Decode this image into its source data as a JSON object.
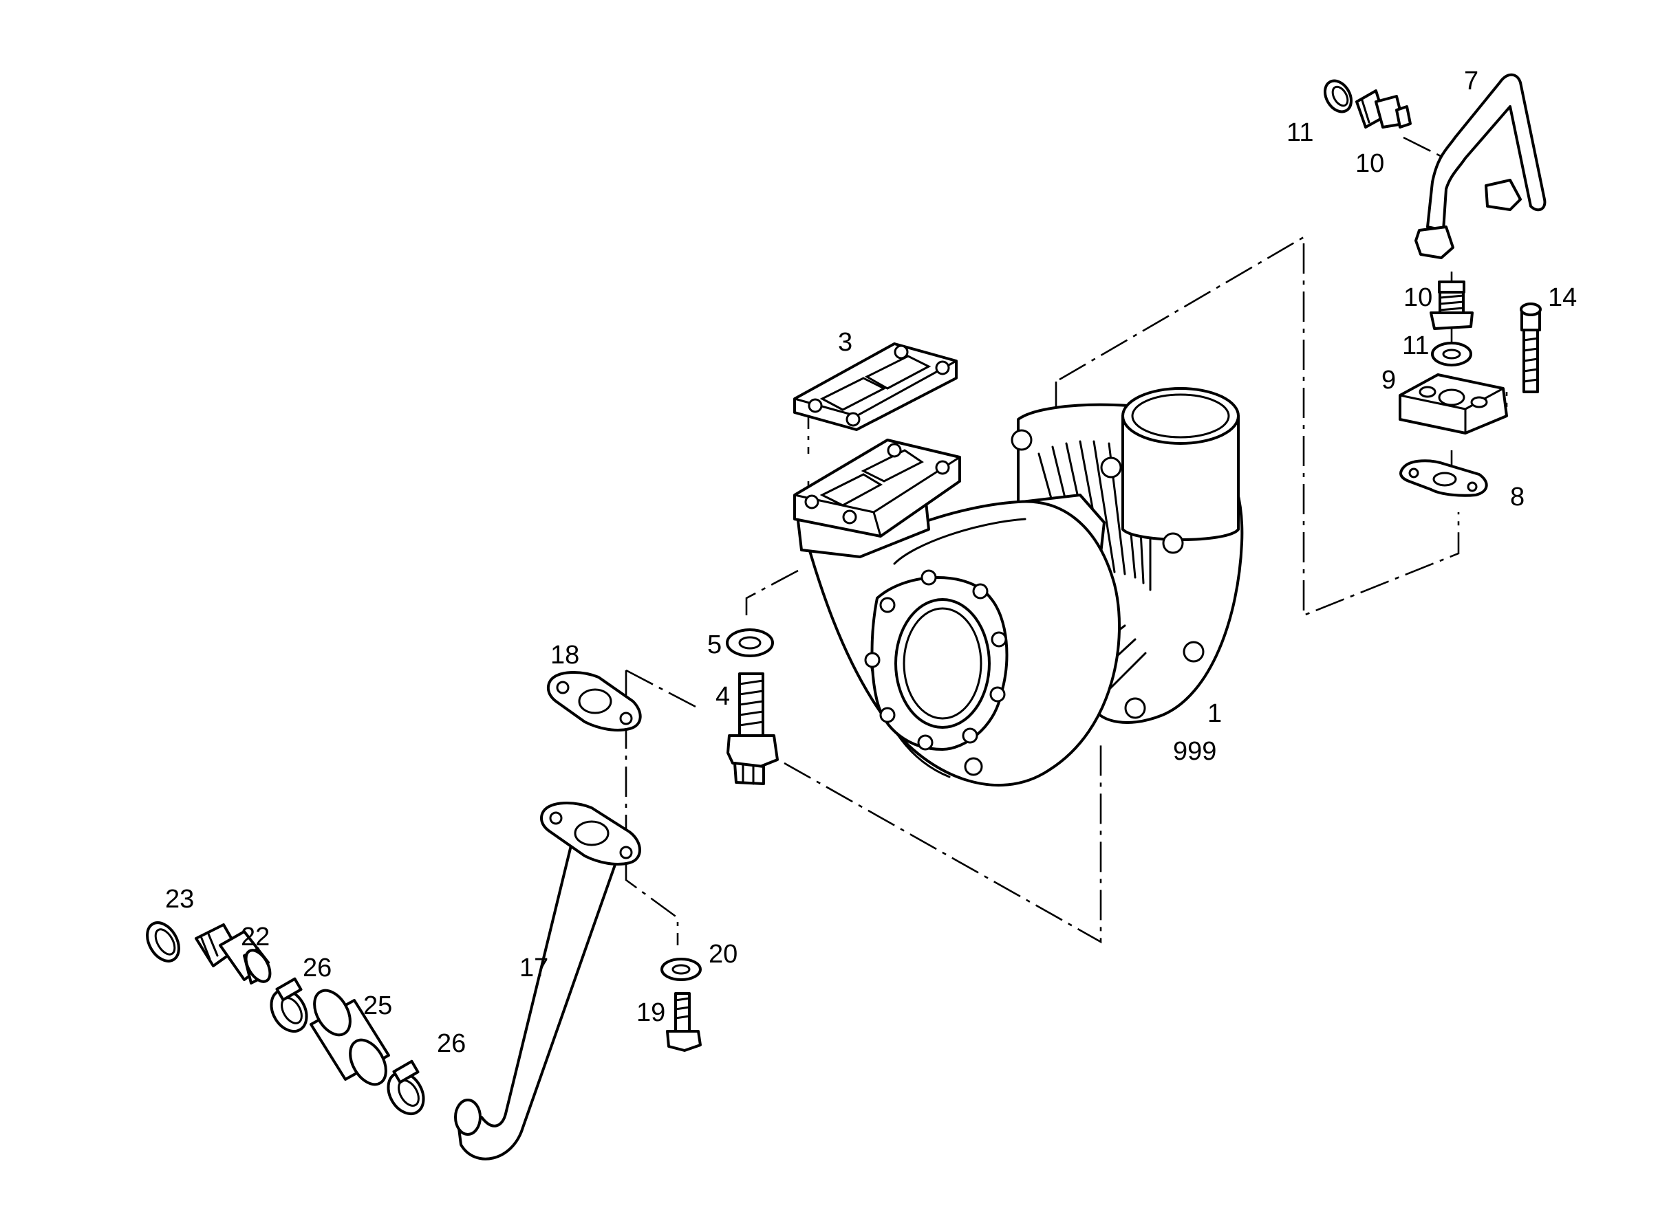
{
  "diagram": {
    "title": "",
    "colors": {
      "line": "#000000",
      "background": "#ffffff"
    },
    "callouts": [
      {
        "id": "1",
        "text": "1"
      },
      {
        "id": "999",
        "text": "999"
      },
      {
        "id": "3",
        "text": "3"
      },
      {
        "id": "4",
        "text": "4"
      },
      {
        "id": "5",
        "text": "5"
      },
      {
        "id": "7",
        "text": "7"
      },
      {
        "id": "8",
        "text": "8"
      },
      {
        "id": "9",
        "text": "9"
      },
      {
        "id": "10a",
        "text": "10"
      },
      {
        "id": "10b",
        "text": "10"
      },
      {
        "id": "11a",
        "text": "11"
      },
      {
        "id": "11b",
        "text": "11"
      },
      {
        "id": "14",
        "text": "14"
      },
      {
        "id": "17",
        "text": "17"
      },
      {
        "id": "18",
        "text": "18"
      },
      {
        "id": "19",
        "text": "19"
      },
      {
        "id": "20",
        "text": "20"
      },
      {
        "id": "22",
        "text": "22"
      },
      {
        "id": "23",
        "text": "23"
      },
      {
        "id": "25",
        "text": "25"
      },
      {
        "id": "26a",
        "text": "26"
      },
      {
        "id": "26b",
        "text": "26"
      }
    ]
  }
}
